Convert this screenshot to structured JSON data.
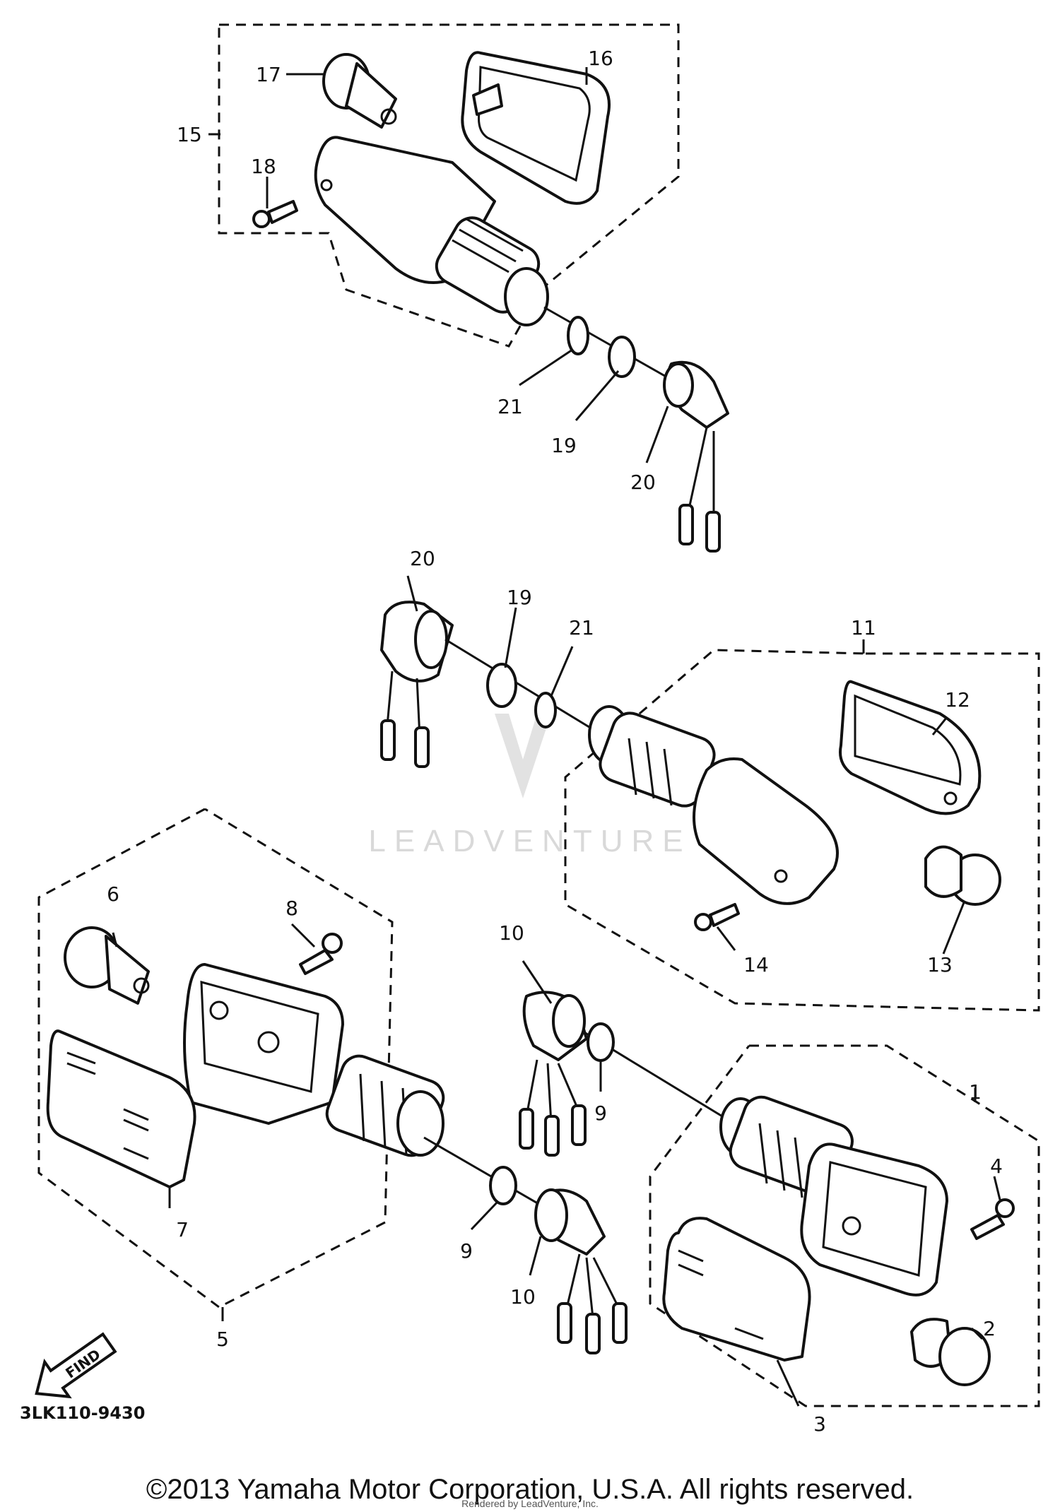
{
  "diagram": {
    "callouts": {
      "c1": "1",
      "c2": "2",
      "c3": "3",
      "c4": "4",
      "c5": "5",
      "c6": "6",
      "c7": "7",
      "c8": "8",
      "c9a": "9",
      "c9b": "9",
      "c10a": "10",
      "c10b": "10",
      "c11": "11",
      "c12": "12",
      "c13": "13",
      "c14": "14",
      "c15": "15",
      "c16": "16",
      "c17": "17",
      "c18": "18",
      "c19a": "19",
      "c19b": "19",
      "c20a": "20",
      "c20b": "20",
      "c21a": "21",
      "c21b": "21"
    },
    "find_arrow": "FIND",
    "watermark": "LEADVENTURE",
    "ref_code": "3LK110-9430",
    "copyright": "©2013 Yamaha Motor Corporation, U.S.A. All rights reserved.",
    "credit": "Rendered by LeadVenture, Inc."
  }
}
